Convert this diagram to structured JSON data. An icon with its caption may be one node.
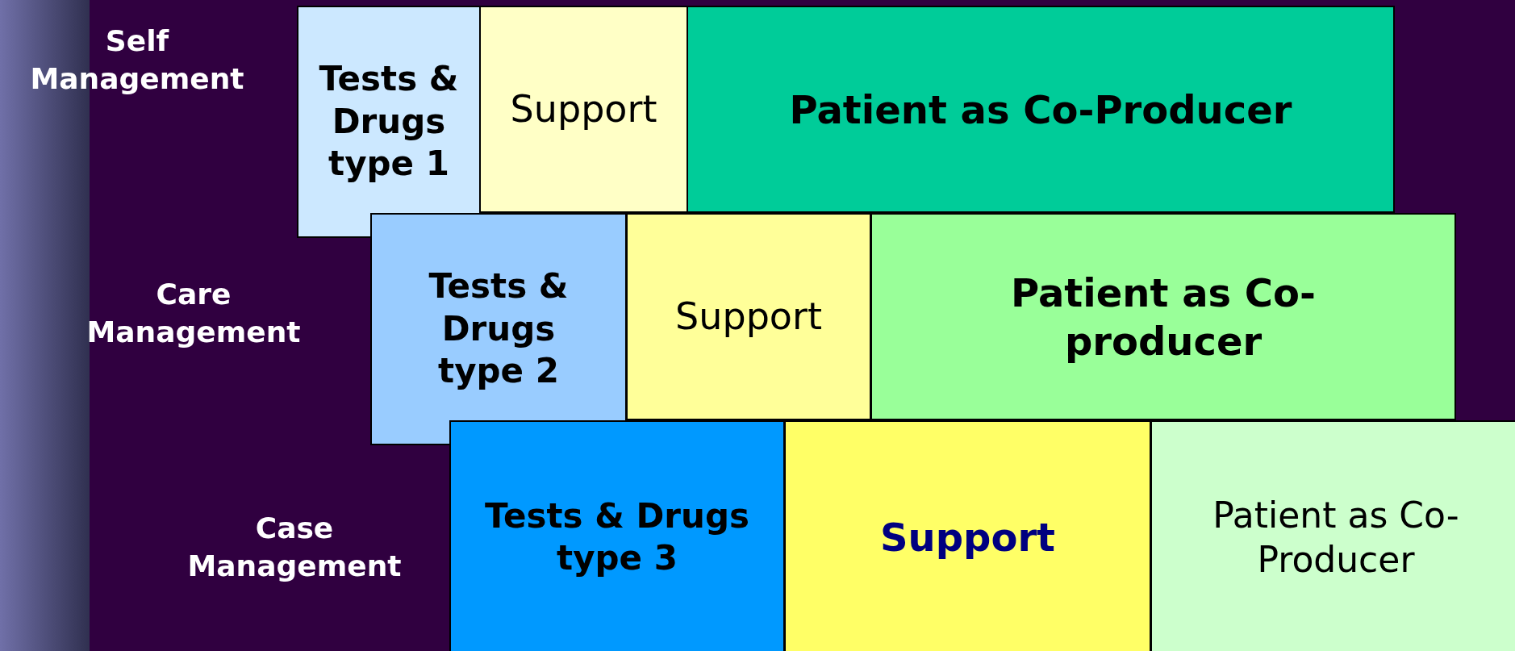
{
  "diagram": {
    "nodes": [
      {
        "text": [
          "Tests & Drugs type 1"
        ]
      },
      {
        "text": [
          "Support"
        ]
      },
      {
        "text": [
          "Patient as Co-Producer"
        ]
      },
      {
        "text": [
          "Tests & Drugs type 2"
        ]
      },
      {
        "text": [
          "Support"
        ]
      },
      {
        "text": [
          "Patient as Co-producer"
        ]
      },
      {
        "text": [
          "Tests & Drugs type 3"
        ]
      },
      {
        "text": [
          "Support"
        ]
      },
      {
        "text": [
          "Patient as Co-Producer"
        ]
      }
    ],
    "labels": [
      "Self Management",
      "Care Management",
      "Case Management"
    ]
  }
}
